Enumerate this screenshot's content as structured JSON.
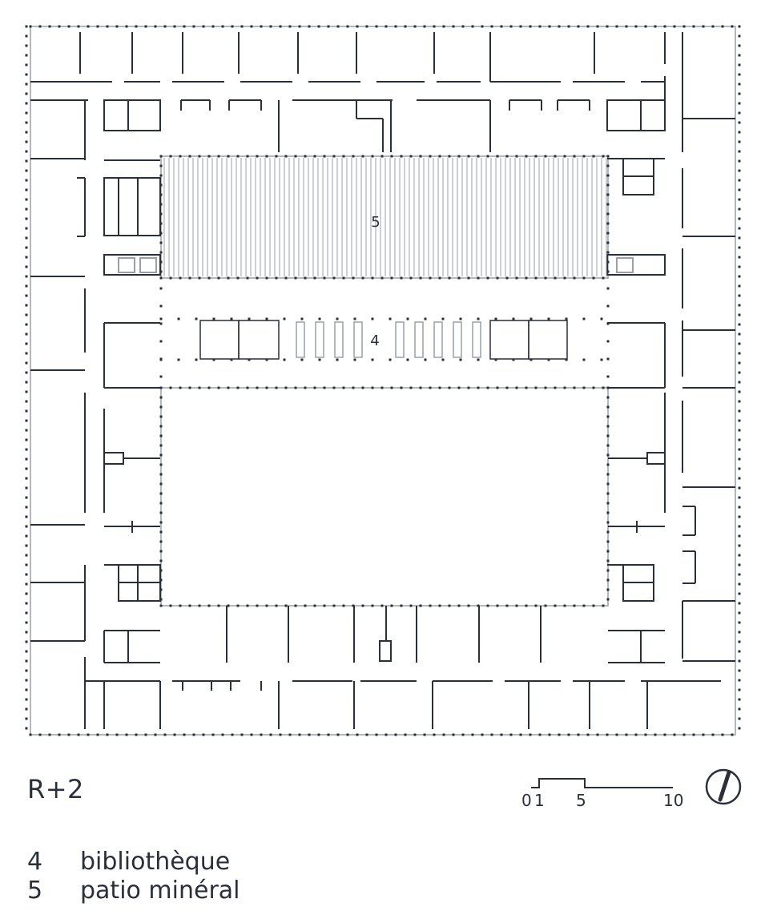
{
  "level": "R+2",
  "plan_labels": [
    "5",
    "4"
  ],
  "scale_bar": {
    "ticks": [
      "0",
      "1",
      "5",
      "10"
    ]
  },
  "north_arrow": {
    "icon": "north-arrow-icon"
  },
  "legend": [
    {
      "number": "4",
      "text": "bibliothèque"
    },
    {
      "number": "5",
      "text": "patio minéral"
    }
  ],
  "colors": {
    "line": "#2b2f3a",
    "light_line": "#9aa0a8"
  }
}
